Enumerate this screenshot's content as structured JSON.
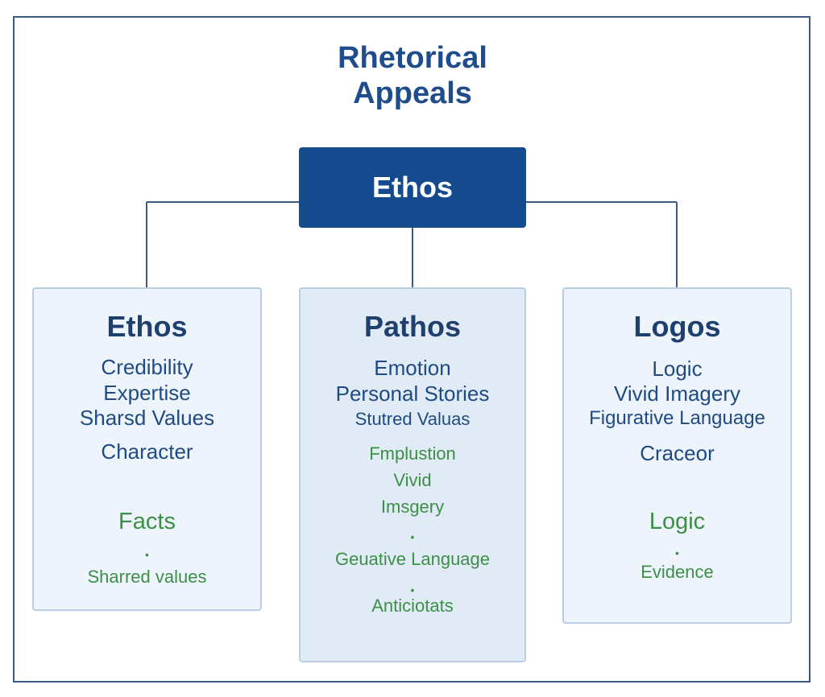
{
  "diagram": {
    "title_lines": [
      "Rhetorical",
      "Appeals"
    ],
    "root_label": "Ethos",
    "cards": {
      "ethos": {
        "title": "Ethos",
        "blue_items": [
          "Credibility",
          "Expertise",
          "Sharsd Values",
          "Character"
        ],
        "green_items": [
          "Facts",
          "Sharred values"
        ]
      },
      "pathos": {
        "title": "Pathos",
        "blue_items": [
          "Emotion",
          "Personal Stories",
          "Stutred Valuas"
        ],
        "green_items": [
          "Fmplustion",
          "Vivid",
          "Imsgery",
          "Geuative Language",
          "Anticiotats"
        ]
      },
      "logos": {
        "title": "Logos",
        "blue_items": [
          "Logic",
          "Vivid Imagery",
          "Figurative Language",
          "Craceor"
        ],
        "green_items": [
          "Logic",
          "Evidence"
        ]
      }
    },
    "colors": {
      "root_fill": "#154a8e",
      "title_text": "#1f4d8c",
      "card_border": "#b9cde6",
      "blue_text": "#1f4a82",
      "green_text": "#3d8f47",
      "connector": "#3b5a86"
    }
  }
}
